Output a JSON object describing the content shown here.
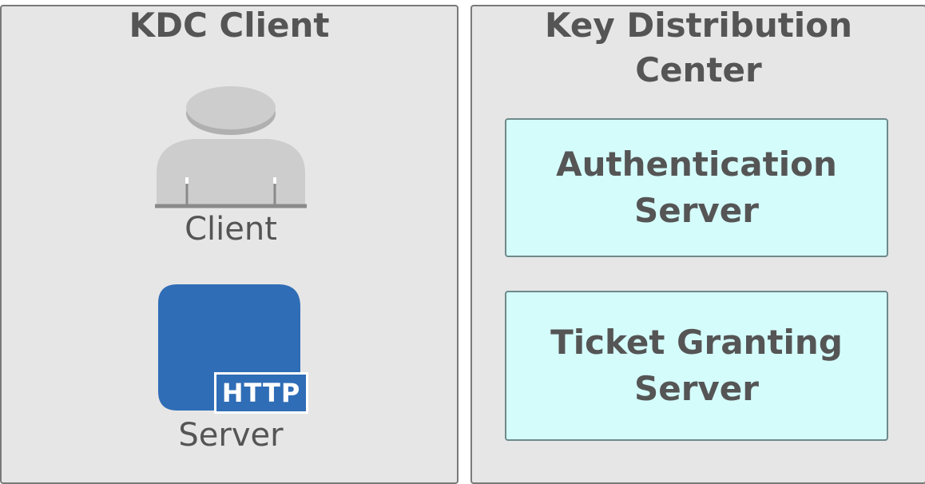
{
  "left_panel": {
    "title": "KDC Client",
    "client_label": "Client",
    "server_label": "Server",
    "http_label": "HTTP"
  },
  "right_panel": {
    "title_line1": "Key Distribution",
    "title_line2": "Center",
    "auth_server": {
      "line1": "Authentication",
      "line2": "Server"
    },
    "ticket_server": {
      "line1": "Ticket Granting",
      "line2": "Server"
    }
  },
  "colors": {
    "panel_bg": "#e6e6e6",
    "server_box_bg": "#d4fcfb",
    "http_blue": "#2f6db6",
    "text_gray": "#555555"
  },
  "icons": {
    "client": "user-icon",
    "server": "server-icon"
  }
}
